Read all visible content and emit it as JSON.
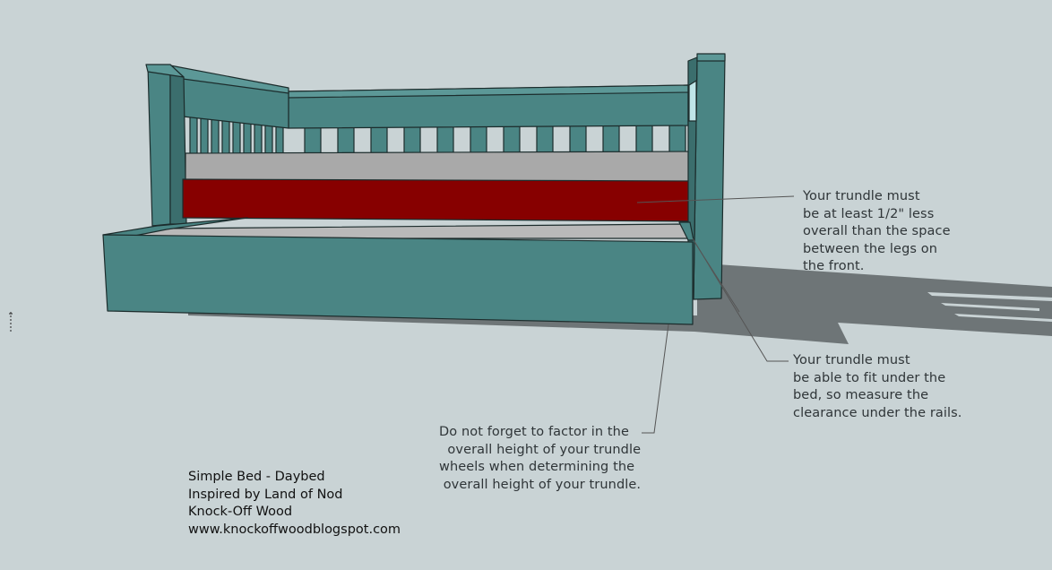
{
  "notes": {
    "legs_spacing": [
      "Your trundle must",
      "be at least 1/2\" less",
      "overall than the space",
      "between the legs on",
      "the front."
    ],
    "clearance": [
      "Your trundle must",
      "be able to fit under the",
      "bed, so measure the",
      "clearance under the rails."
    ],
    "wheels": [
      "Do not forget to factor in the",
      "  overall height of your trundle",
      "wheels when determining the",
      " overall height of your trundle."
    ]
  },
  "credits": [
    "Simple Bed - Daybed",
    "Inspired by Land of Nod",
    "Knock-Off Wood",
    "www.knockoffwoodblogspot.com"
  ],
  "colors": {
    "background": "#c9d3d5",
    "frame_teal": "#4a8584",
    "frame_dark": "#3b6e6d",
    "mattress_gray": "#a9a9a9",
    "drawer_front_red": "#870000",
    "shadow": "#6e7577",
    "trundle_top": "#b9b9b9"
  }
}
